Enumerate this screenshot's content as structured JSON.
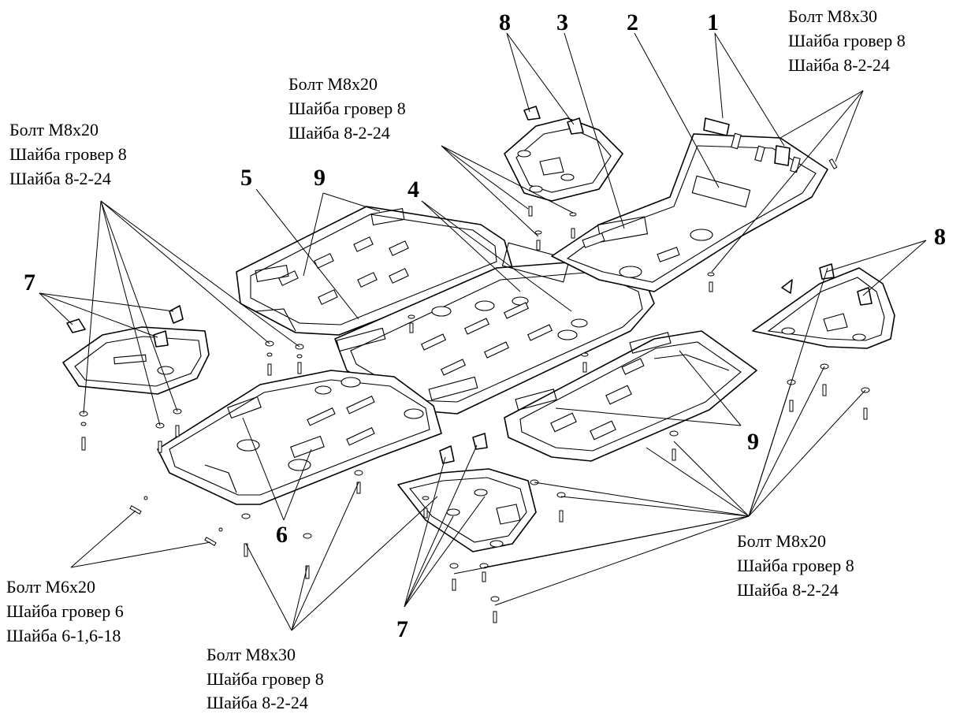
{
  "callouts": {
    "c1": "1",
    "c2": "2",
    "c3": "3",
    "c4": "4",
    "c5": "5",
    "c6": "6",
    "c7_left": "7",
    "c7_bottom": "7",
    "c8_top": "8",
    "c8_right": "8",
    "c9_top": "9",
    "c9_right": "9"
  },
  "fastener_notes": {
    "top_right": [
      "Болт М8х30",
      "Шайба гровер 8",
      "Шайба 8-2-24"
    ],
    "top_center": [
      "Болт М8х20",
      "Шайба гровер 8",
      "Шайба 8-2-24"
    ],
    "top_left": [
      "Болт М8х20",
      "Шайба гровер 8",
      "Шайба 8-2-24"
    ],
    "bottom_right": [
      "Болт М8х20",
      "Шайба гровер 8",
      "Шайба 8-2-24"
    ],
    "bottom_left": [
      "Болт М6х20",
      "Шайба гровер 6",
      "Шайба 6-1,6-18"
    ],
    "bottom_center": [
      "Болт М8х30",
      "Шайба гровер 8",
      "Шайба 8-2-24"
    ]
  }
}
